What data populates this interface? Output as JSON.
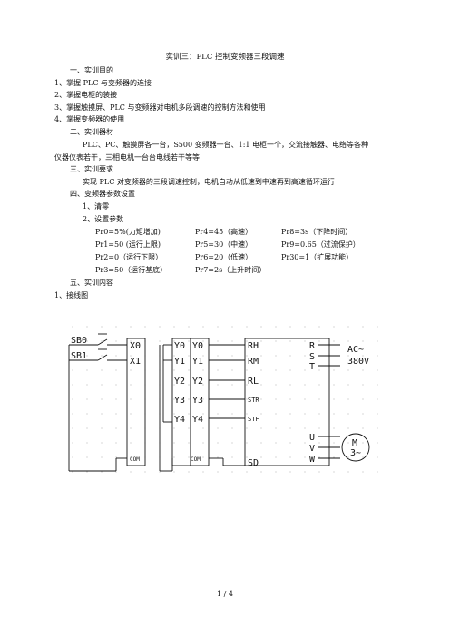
{
  "title": "实训三：PLC 控制变频器三段调速",
  "s1": "一、实训目的",
  "s1_items": [
    "1、掌握 PLC 与变频器的连接",
    "2、掌握电柜的装接",
    "3、掌握触摸屏、PLC 与变频器对电机多段调速的控制方法和使用",
    "4、掌握变频器的使用"
  ],
  "s2": "二、实训器材",
  "s2_text1": "PLC、PC、触摸屏各一台，S500 变频器一台、1:1 电柜一个，交流接触器、电络等各种",
  "s2_text2": "仪器仪表若干，三相电机一台台电线若干等等",
  "s3": "三、实训要求",
  "s3_text": "实现 PLC 对变频器的三段调速控制，电机自动从低速到中速再到高速循环运行",
  "s4": "四、变频器参数设置",
  "s4_sub1": "1、清零",
  "s4_sub2": "2、设置参数",
  "params": [
    [
      "Pr0=5%(力矩增加)",
      "Pr4=45（高速）",
      "Pr8=3s（下降时间）"
    ],
    [
      "Pr1=50 (运行上限)",
      "Pr5=30（中速）",
      "Pr9=0.65（过流保护）"
    ],
    [
      "Pr2=0（运行下限）",
      "Pr6=20（低速）",
      "Pr30=1（扩展功能）"
    ],
    [
      "Pr3=50（运行基底）",
      "Pr7=2s（上升时间）",
      ""
    ]
  ],
  "s5": "五、实训内容",
  "s5_sub1": "1、接线图",
  "diagram": {
    "sb0": "SB0",
    "sb1": "SB1",
    "plc_inputs": [
      "X0",
      "X1"
    ],
    "plc_com": "COM",
    "out_left": [
      "Y0",
      "Y1",
      "Y2",
      "Y3",
      "Y4"
    ],
    "out_right": [
      "Y0",
      "Y1",
      "Y2",
      "Y3",
      "Y4"
    ],
    "out_com": "COM",
    "inv_inputs": [
      "RH",
      "RM",
      "RL",
      "STR",
      "STF"
    ],
    "inv_sd": "SD",
    "inv_power": [
      "R",
      "S",
      "T"
    ],
    "inv_output": [
      "U",
      "V",
      "W"
    ],
    "ac_label": "AC~",
    "ac_voltage": "380V",
    "motor_label": "M",
    "motor_phase": "3~"
  },
  "footer": "1 / 4"
}
